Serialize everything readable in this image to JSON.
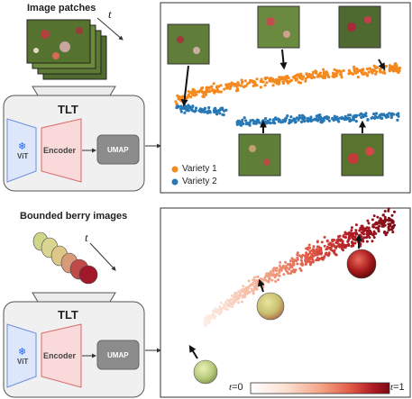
{
  "top": {
    "input_title": "Image patches",
    "time_label": "t",
    "model_title": "TLT",
    "vit_label": "ViT",
    "encoder_label": "Encoder",
    "umap_label": "UMAP",
    "legend": [
      {
        "label": "Variety 1",
        "color": "#f4891f"
      },
      {
        "label": "Variety 2",
        "color": "#2878b5"
      }
    ]
  },
  "bottom": {
    "input_title": "Bounded berry images",
    "time_label": "t",
    "model_title": "TLT",
    "vit_label": "ViT",
    "encoder_label": "Encoder",
    "umap_label": "UMAP",
    "colorbar_left_var": "t",
    "colorbar_left_val": "=0",
    "colorbar_right_var": "t",
    "colorbar_right_val": "=1",
    "colormap": [
      "#ffffff",
      "#fbe0d2",
      "#f4a78a",
      "#e25a45",
      "#b11b24",
      "#7a0a14"
    ]
  },
  "colors": {
    "vit_fill": "#dce7fb",
    "vit_stroke": "#6d8fdc",
    "vit_star": "#2463e0",
    "encoder_fill": "#f9d9d9",
    "encoder_stroke": "#d96a6a",
    "umap_fill": "#8c8c8c",
    "model_fill": "#f0f0f0",
    "model_stroke": "#555555"
  }
}
